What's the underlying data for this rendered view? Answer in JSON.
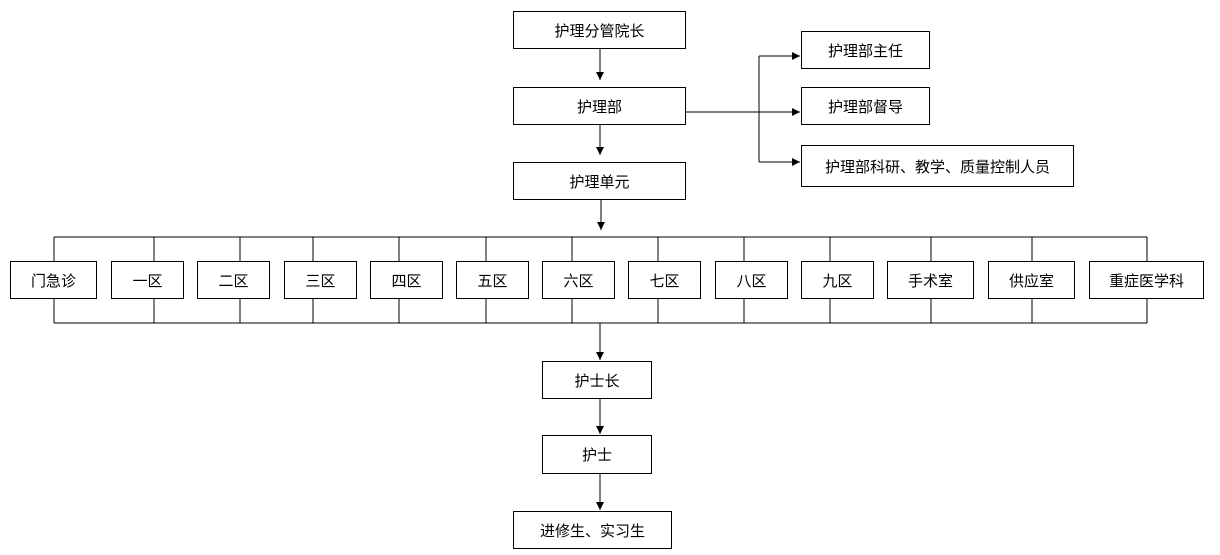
{
  "diagram": {
    "top": "护理分管院长",
    "department": "护理部",
    "side_roles": [
      "护理部主任",
      "护理部督导",
      "护理部科研、教学、质量控制人员"
    ],
    "unit": "护理单元",
    "wards": [
      "门急诊",
      "一区",
      "二区",
      "三区",
      "四区",
      "五区",
      "六区",
      "七区",
      "八区",
      "九区",
      "手术室",
      "供应室",
      "重症医学科"
    ],
    "head_nurse": "护士长",
    "nurse": "护士",
    "trainees": "进修生、实习生"
  }
}
